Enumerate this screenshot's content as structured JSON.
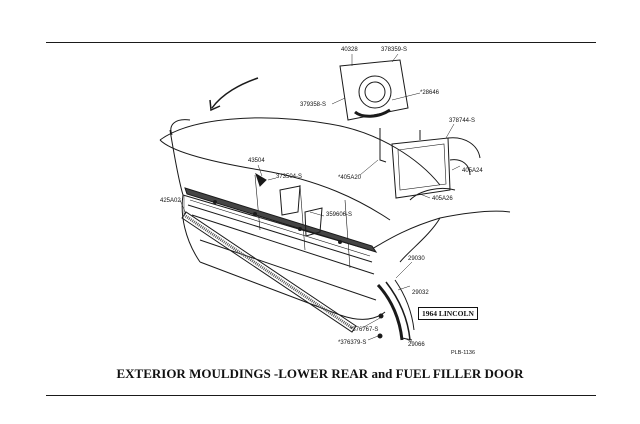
{
  "caption": "EXTERIOR MOULDINGS -LOWER REAR and FUEL FILLER DOOR",
  "model_label": "1964 LINCOLN",
  "plate_number": "PLB-1136",
  "part_labels": {
    "p40328": "40328",
    "p378359": "378359-S",
    "p379358": "379358-S",
    "p28646": "*28646",
    "p378744": "378744-S",
    "p43504": "43504",
    "p373504": "373504-S",
    "p405A20": "*405A20",
    "p405A24": "405A24",
    "p405A26": "405A26",
    "p425A02": "425A02",
    "p359606": "359606-S",
    "p29030": "29030",
    "p29032": "29032",
    "p376767": "*376767-S",
    "p376379": "*376379-S",
    "p29066": "29066"
  }
}
